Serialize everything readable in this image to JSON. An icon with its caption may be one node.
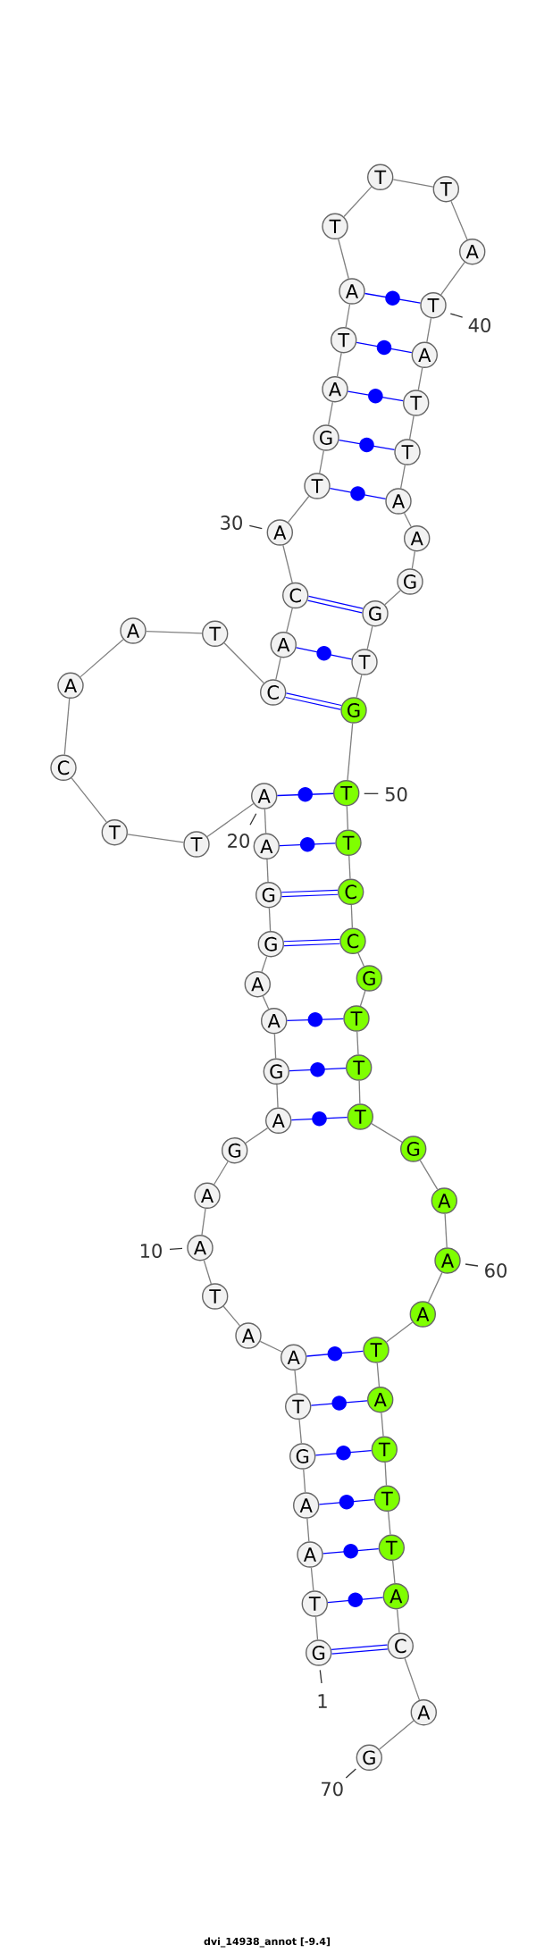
{
  "diagram": {
    "caption": "dvi_14938_annot [-9.4]",
    "nodes": [
      {
        "text": [
          "G"
        ],
        "beside": [
          "1"
        ]
      },
      {
        "text": [
          "T"
        ]
      },
      {
        "text": [
          "A"
        ]
      },
      {
        "text": [
          "A"
        ]
      },
      {
        "text": [
          "G"
        ]
      },
      {
        "text": [
          "T"
        ]
      },
      {
        "text": [
          "A"
        ]
      },
      {
        "text": [
          "A"
        ]
      },
      {
        "text": [
          "T"
        ]
      },
      {
        "text": [
          "A"
        ],
        "beside": [
          "10"
        ]
      },
      {
        "text": [
          "A"
        ]
      },
      {
        "text": [
          "G"
        ]
      },
      {
        "text": [
          "A"
        ]
      },
      {
        "text": [
          "G"
        ]
      },
      {
        "text": [
          "A"
        ]
      },
      {
        "text": [
          "A"
        ]
      },
      {
        "text": [
          "G"
        ]
      },
      {
        "text": [
          "G"
        ]
      },
      {
        "text": [
          "A"
        ]
      },
      {
        "text": [
          "A"
        ]
      },
      {
        "text": [
          "T"
        ]
      },
      {
        "text": [
          "T"
        ]
      },
      {
        "text": [
          "C"
        ]
      },
      {
        "text": [
          "A"
        ]
      },
      {
        "text": [
          "A"
        ]
      },
      {
        "text": [
          "T"
        ]
      },
      {
        "text": [
          "C"
        ]
      },
      {
        "text": [
          "A"
        ]
      },
      {
        "text": [
          "C"
        ]
      },
      {
        "text": [
          "A"
        ],
        "beside": [
          "30"
        ]
      },
      {
        "text": [
          "T"
        ]
      },
      {
        "text": [
          "G"
        ]
      },
      {
        "text": [
          "A"
        ]
      },
      {
        "text": [
          "T"
        ]
      },
      {
        "text": [
          "A"
        ]
      },
      {
        "text": [
          "T"
        ]
      },
      {
        "text": [
          "T"
        ]
      },
      {
        "text": [
          "T"
        ]
      },
      {
        "text": [
          "A"
        ]
      },
      {
        "text": [
          "T"
        ],
        "beside": [
          "40"
        ]
      },
      {
        "text": [
          "A"
        ]
      },
      {
        "text": [
          "T"
        ]
      },
      {
        "text": [
          "T"
        ]
      },
      {
        "text": [
          "A"
        ]
      },
      {
        "text": [
          "A"
        ]
      },
      {
        "text": [
          "G"
        ]
      },
      {
        "text": [
          "G"
        ]
      },
      {
        "text": [
          "T"
        ]
      },
      {
        "text": [
          "G"
        ]
      },
      {
        "text": [
          "T"
        ],
        "beside": [
          "50"
        ]
      },
      {
        "text": [
          "T"
        ]
      },
      {
        "text": [
          "C"
        ]
      },
      {
        "text": [
          "C"
        ]
      },
      {
        "text": [
          "G"
        ]
      },
      {
        "text": [
          "T"
        ]
      },
      {
        "text": [
          "T"
        ]
      },
      {
        "text": [
          "T"
        ]
      },
      {
        "text": [
          "G"
        ]
      },
      {
        "text": [
          "A"
        ]
      },
      {
        "text": [
          "A"
        ],
        "beside": [
          "60"
        ]
      },
      {
        "text": [
          "A"
        ]
      },
      {
        "text": [
          "T"
        ]
      },
      {
        "text": [
          "A"
        ]
      },
      {
        "text": [
          "T"
        ]
      },
      {
        "text": [
          "T"
        ]
      },
      {
        "text": [
          "T"
        ]
      },
      {
        "text": [
          "A"
        ]
      },
      {
        "text": [
          "C"
        ]
      },
      {
        "text": [
          "A"
        ]
      },
      {
        "text": [
          "G"
        ],
        "beside": [
          "70"
        ]
      }
    ],
    "edges": [
      {
        "from": 0,
        "to": 1,
        "arrow": "none"
      },
      {
        "from": 1,
        "to": 2,
        "arrow": "none"
      },
      {
        "from": 2,
        "to": 3,
        "arrow": "none"
      },
      {
        "from": 3,
        "to": 4,
        "arrow": "none"
      },
      {
        "from": 4,
        "to": 5,
        "arrow": "none"
      },
      {
        "from": 5,
        "to": 6,
        "arrow": "none"
      },
      {
        "from": 6,
        "to": 7,
        "arrow": "none"
      },
      {
        "from": 7,
        "to": 8,
        "arrow": "none"
      },
      {
        "from": 8,
        "to": 9,
        "arrow": "none"
      },
      {
        "from": 9,
        "to": 10,
        "arrow": "none"
      },
      {
        "from": 10,
        "to": 11,
        "arrow": "none"
      },
      {
        "from": 11,
        "to": 12,
        "arrow": "none"
      },
      {
        "from": 12,
        "to": 13,
        "arrow": "none"
      },
      {
        "from": 13,
        "to": 14,
        "arrow": "none"
      },
      {
        "from": 14,
        "to": 15,
        "arrow": "none"
      },
      {
        "from": 15,
        "to": 16,
        "arrow": "none"
      },
      {
        "from": 16,
        "to": 17,
        "arrow": "none"
      },
      {
        "from": 17,
        "to": 18,
        "arrow": "none"
      },
      {
        "from": 18,
        "to": 19,
        "arrow": "none"
      },
      {
        "from": 19,
        "to": 20,
        "arrow": "none"
      },
      {
        "from": 20,
        "to": 21,
        "arrow": "none"
      },
      {
        "from": 21,
        "to": 22,
        "arrow": "none"
      },
      {
        "from": 22,
        "to": 23,
        "arrow": "none"
      },
      {
        "from": 23,
        "to": 24,
        "arrow": "none"
      },
      {
        "from": 24,
        "to": 25,
        "arrow": "none"
      },
      {
        "from": 25,
        "to": 26,
        "arrow": "none"
      },
      {
        "from": 26,
        "to": 27,
        "arrow": "none"
      },
      {
        "from": 27,
        "to": 28,
        "arrow": "none"
      },
      {
        "from": 28,
        "to": 29,
        "arrow": "none"
      },
      {
        "from": 29,
        "to": 30,
        "arrow": "none"
      },
      {
        "from": 30,
        "to": 31,
        "arrow": "none"
      },
      {
        "from": 31,
        "to": 32,
        "arrow": "none"
      },
      {
        "from": 32,
        "to": 33,
        "arrow": "none"
      },
      {
        "from": 33,
        "to": 34,
        "arrow": "none"
      },
      {
        "from": 34,
        "to": 35,
        "arrow": "none"
      },
      {
        "from": 35,
        "to": 36,
        "arrow": "none"
      },
      {
        "from": 36,
        "to": 37,
        "arrow": "none"
      },
      {
        "from": 37,
        "to": 38,
        "arrow": "none"
      },
      {
        "from": 38,
        "to": 39,
        "arrow": "none"
      },
      {
        "from": 39,
        "to": 40,
        "arrow": "none"
      },
      {
        "from": 40,
        "to": 41,
        "arrow": "none"
      },
      {
        "from": 41,
        "to": 42,
        "arrow": "none"
      },
      {
        "from": 42,
        "to": 43,
        "arrow": "none"
      },
      {
        "from": 43,
        "to": 44,
        "arrow": "none"
      },
      {
        "from": 44,
        "to": 45,
        "arrow": "none"
      },
      {
        "from": 45,
        "to": 46,
        "arrow": "none"
      },
      {
        "from": 46,
        "to": 47,
        "arrow": "none"
      },
      {
        "from": 47,
        "to": 48,
        "arrow": "none"
      },
      {
        "from": 48,
        "to": 49,
        "arrow": "none"
      },
      {
        "from": 49,
        "to": 50,
        "arrow": "none"
      },
      {
        "from": 50,
        "to": 51,
        "arrow": "none"
      },
      {
        "from": 51,
        "to": 52,
        "arrow": "none"
      },
      {
        "from": 52,
        "to": 53,
        "arrow": "none"
      },
      {
        "from": 53,
        "to": 54,
        "arrow": "none"
      },
      {
        "from": 54,
        "to": 55,
        "arrow": "none"
      },
      {
        "from": 55,
        "to": 56,
        "arrow": "none"
      },
      {
        "from": 56,
        "to": 57,
        "arrow": "none"
      },
      {
        "from": 57,
        "to": 58,
        "arrow": "none"
      },
      {
        "from": 58,
        "to": 59,
        "arrow": "none"
      },
      {
        "from": 59,
        "to": 60,
        "arrow": "none"
      },
      {
        "from": 60,
        "to": 61,
        "arrow": "none"
      },
      {
        "from": 61,
        "to": 62,
        "arrow": "none"
      },
      {
        "from": 62,
        "to": 63,
        "arrow": "none"
      },
      {
        "from": 63,
        "to": 64,
        "arrow": "none"
      },
      {
        "from": 64,
        "to": 65,
        "arrow": "none"
      },
      {
        "from": 65,
        "to": 66,
        "arrow": "none"
      },
      {
        "from": 66,
        "to": 67,
        "arrow": "none"
      },
      {
        "from": 67,
        "to": 68,
        "arrow": "none"
      },
      {
        "from": 68,
        "to": 69,
        "arrow": "none"
      },
      {
        "from": 0,
        "to": 67,
        "arrow": "none",
        "color": "#0000ff",
        "style": "thick"
      },
      {
        "from": 1,
        "to": 66,
        "arrow": "none",
        "color": "#0000ff"
      },
      {
        "from": 2,
        "to": 65,
        "arrow": "none",
        "color": "#0000ff"
      },
      {
        "from": 3,
        "to": 64,
        "arrow": "none",
        "color": "#0000ff"
      },
      {
        "from": 4,
        "to": 63,
        "arrow": "none",
        "color": "#0000ff"
      },
      {
        "from": 5,
        "to": 62,
        "arrow": "none",
        "color": "#0000ff"
      },
      {
        "from": 6,
        "to": 61,
        "arrow": "none",
        "color": "#0000ff"
      },
      {
        "from": 12,
        "to": 56,
        "arrow": "none",
        "color": "#0000ff"
      },
      {
        "from": 13,
        "to": 55,
        "arrow": "none",
        "color": "#0000ff"
      },
      {
        "from": 14,
        "to": 54,
        "arrow": "none",
        "color": "#0000ff"
      },
      {
        "from": 16,
        "to": 52,
        "arrow": "none",
        "color": "#0000ff",
        "style": "thick"
      },
      {
        "from": 17,
        "to": 51,
        "arrow": "none",
        "color": "#0000ff",
        "style": "thick"
      },
      {
        "from": 18,
        "to": 50,
        "arrow": "none",
        "color": "#0000ff"
      },
      {
        "from": 19,
        "to": 49,
        "arrow": "none",
        "color": "#0000ff"
      },
      {
        "from": 26,
        "to": 48,
        "arrow": "none",
        "color": "#0000ff",
        "style": "thick"
      },
      {
        "from": 27,
        "to": 47,
        "arrow": "none",
        "color": "#0000ff"
      },
      {
        "from": 28,
        "to": 46,
        "arrow": "none",
        "color": "#0000ff",
        "style": "thick"
      },
      {
        "from": 30,
        "to": 43,
        "arrow": "none",
        "color": "#0000ff"
      },
      {
        "from": 31,
        "to": 42,
        "arrow": "none",
        "color": "#0000ff"
      },
      {
        "from": 32,
        "to": 41,
        "arrow": "none",
        "color": "#0000ff"
      },
      {
        "from": 33,
        "to": 40,
        "arrow": "none",
        "color": "#0000ff"
      },
      {
        "from": 34,
        "to": 39,
        "arrow": "none",
        "color": "#0000ff"
      }
    ],
    "labels": [
      "20"
    ]
  }
}
